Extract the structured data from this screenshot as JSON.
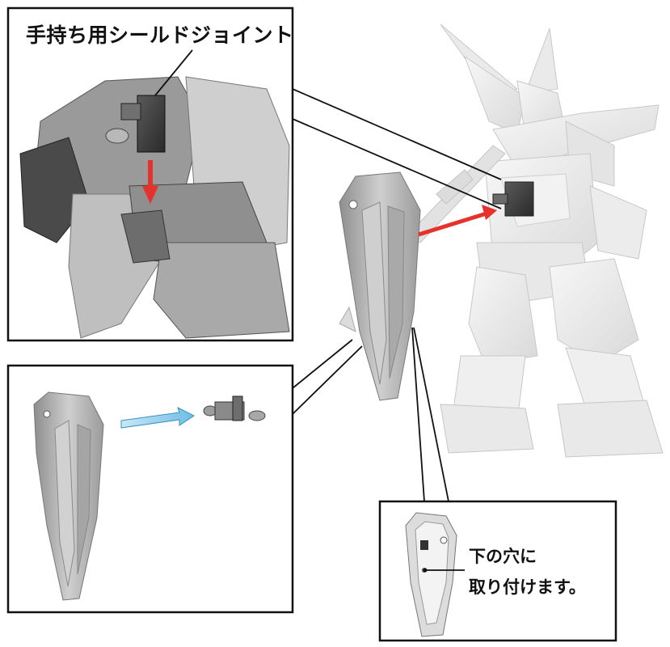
{
  "panels": {
    "top_left": {
      "callout_label": "手持ち用シールドジョイント"
    },
    "bottom_right": {
      "instruction_line1": "下の穴に",
      "instruction_line2": "取り付けます。"
    }
  },
  "colors": {
    "red_arrow": "#e5322d",
    "blue_arrow": "#7fc6ea",
    "panel_border": "#111111",
    "part_grey": "#b5b5b5",
    "robot_white": "#eeeeee",
    "detail_grey": "#8a8a8a"
  }
}
